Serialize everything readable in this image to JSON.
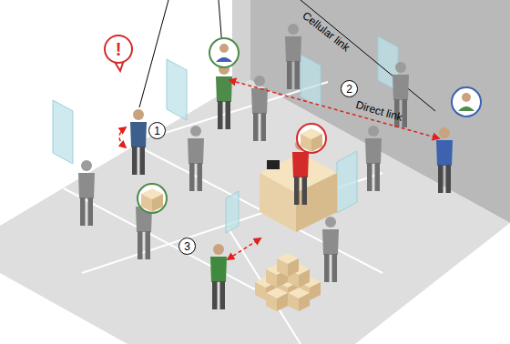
{
  "diagram": {
    "nodes": [
      {
        "text": [
          "!"
        ]
      },
      {
        "text": [
          "2"
        ]
      },
      {
        "text": [
          "1"
        ]
      },
      {
        "text": [
          "3"
        ]
      }
    ],
    "labels": [
      "Cellular link",
      "Direct link"
    ]
  }
}
